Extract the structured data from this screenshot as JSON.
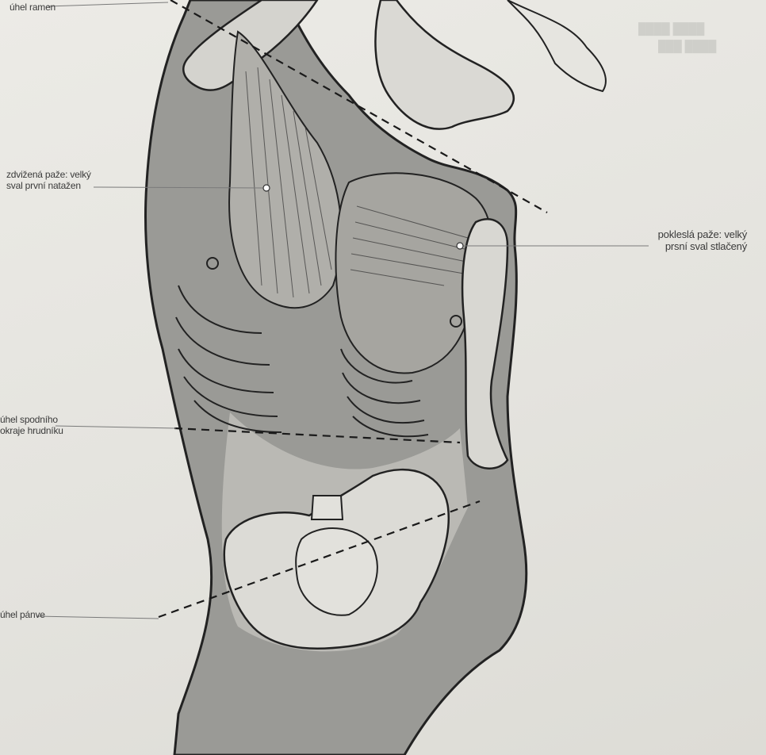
{
  "labels": {
    "shoulder_angle": "úhel ramen",
    "raised_arm_line1": "zdvižená paže: velký",
    "raised_arm_line2": "sval první natažen",
    "lowered_arm_line1": "pokleslá paže: velký",
    "lowered_arm_line2": "prsní sval stlačený",
    "ribcage_angle_line1": "úhel spodního",
    "ribcage_angle_line2": "okraje hrudníku",
    "pelvis_angle": "úhel pánve"
  },
  "colors": {
    "paper": "#e8e7e2",
    "shadow": "#8f8f8c",
    "skin_light": "#d6d5d0",
    "ink": "#1f1f1f",
    "leader": "#7a7a7a"
  }
}
